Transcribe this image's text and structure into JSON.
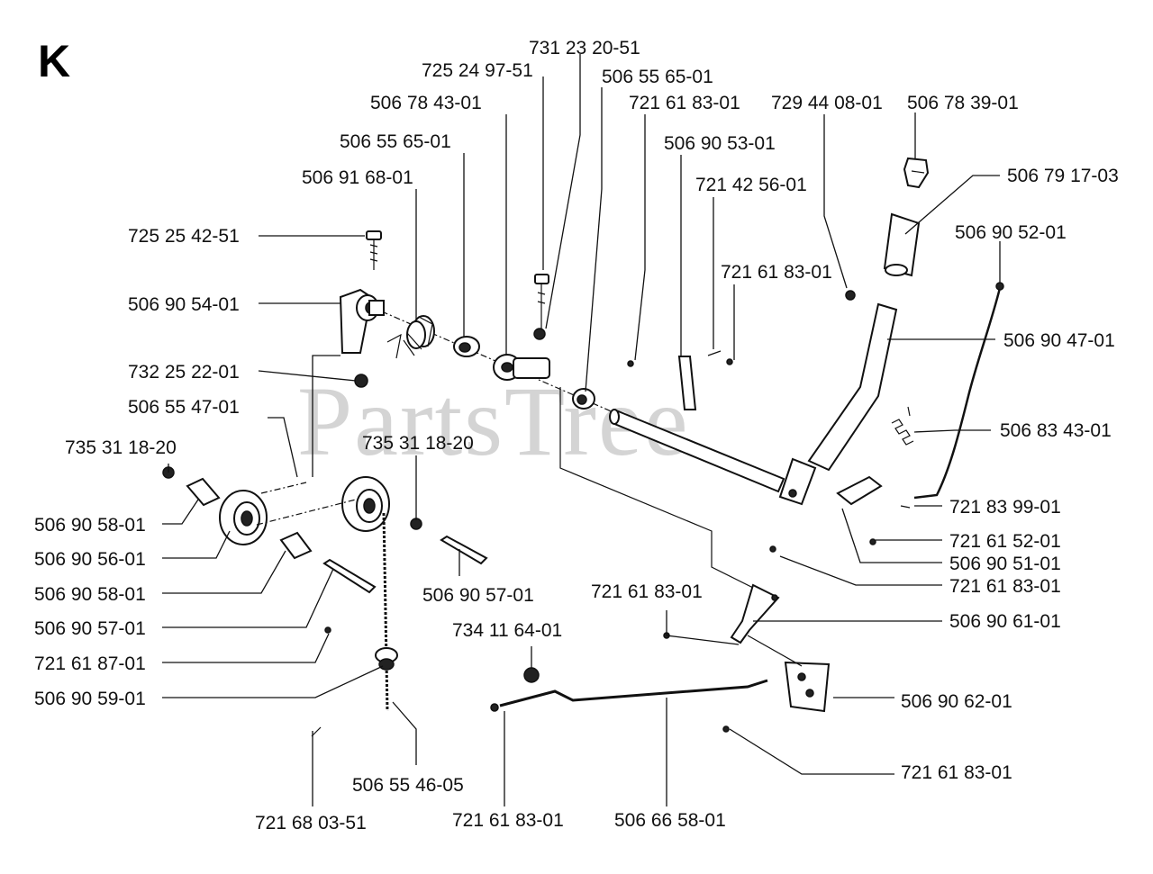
{
  "section_letter": "K",
  "watermark": "PartsTree",
  "part_labels": [
    "731 23 20-51",
    "725 24 97-51",
    "506 55 65-01",
    "506 78 43-01",
    "721 61 83-01",
    "729 44 08-01",
    "506 78 39-01",
    "506 55 65-01",
    "506 90 53-01",
    "506 91 68-01",
    "506 79 17-03",
    "721 42 56-01",
    "725 25 42-51",
    "506 90 52-01",
    "721 61 83-01",
    "506 90 54-01",
    "506 90 47-01",
    "732 25 22-01",
    "506 55 47-01",
    "506 83 43-01",
    "735 31 18-20",
    "735 31 18-20",
    "721 83 99-01",
    "506 90 58-01",
    "721 61 52-01",
    "506 90 56-01",
    "506 90 51-01",
    "721 61 83-01",
    "506 90 58-01",
    "506 90 57-01",
    "721 61 83-01",
    "506 90 61-01",
    "506 90 57-01",
    "734 11 64-01",
    "721 61 87-01",
    "506 90 62-01",
    "506 90 59-01",
    "721 61 83-01",
    "506 55 46-05",
    "721 68 03-51",
    "721 61 83-01",
    "506 66 58-01"
  ]
}
